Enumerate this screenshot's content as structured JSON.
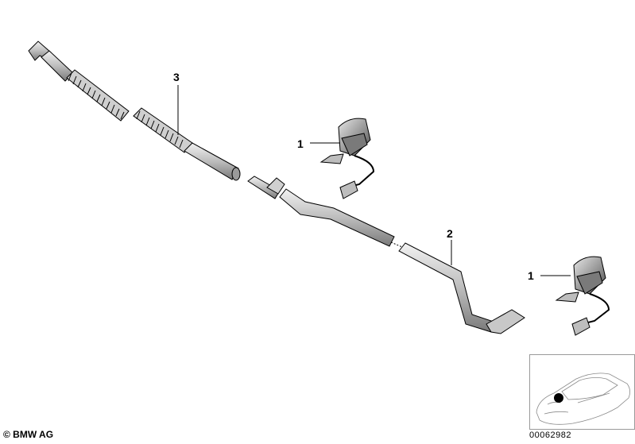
{
  "callouts": {
    "hose_3": "3",
    "hose_2": "2",
    "nozzle_upper": "1",
    "nozzle_lower": "1"
  },
  "footer": {
    "copyright": "© BMW AG",
    "document_number": "00062982"
  },
  "colors": {
    "line": "#000000",
    "shade_light": "#d9d9d9",
    "shade_mid": "#a8a8a8",
    "shade_dark": "#6e6e6e",
    "marker": "#000000"
  },
  "icons": [
    "car-silhouette-icon",
    "location-marker-icon"
  ]
}
